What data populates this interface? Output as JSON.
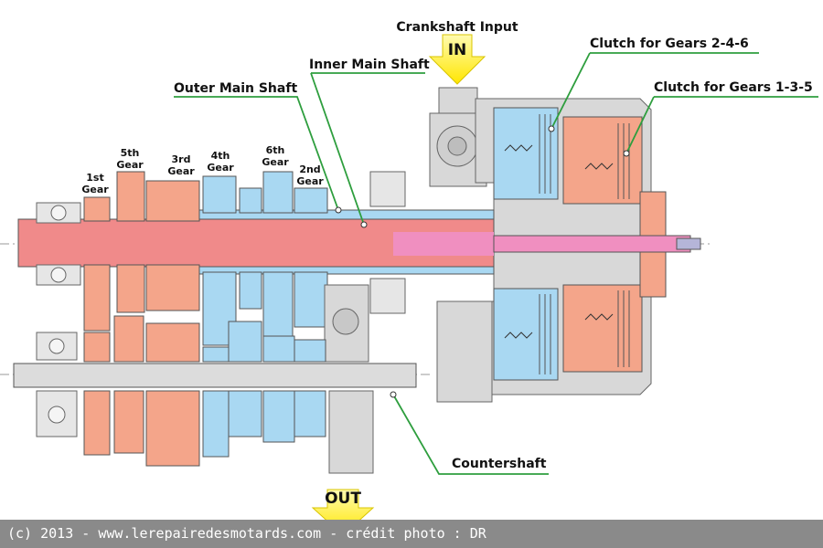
{
  "title": "Crankshaft Input",
  "input_arrow": "IN",
  "output_arrow": "OUT",
  "gears": {
    "first": [
      "1st",
      "Gear"
    ],
    "fifth": [
      "5th",
      "Gear"
    ],
    "third": [
      "3rd",
      "Gear"
    ],
    "fourth": [
      "4th",
      "Gear"
    ],
    "sixth": [
      "6th",
      "Gear"
    ],
    "second": [
      "2nd",
      "Gear"
    ]
  },
  "labels": {
    "outer_main_shaft": "Outer Main Shaft",
    "inner_main_shaft": "Inner Main Shaft",
    "clutch_246": "Clutch for Gears 2-4-6",
    "clutch_135": "Clutch for Gears 1-3-5",
    "countershaft": "Countershaft"
  },
  "credit": "(c) 2013 - www.lerepairedesmotards.com  - crédit photo : DR",
  "colors": {
    "odd_gears": "#f4a58a",
    "even_gears": "#a9d8f2",
    "inner_shaft": "#f08a8a",
    "pink_shaft": "#f08fc0",
    "housing": "#d8d8d8",
    "leader_line": "#2e9e3e",
    "arrow": "#fff200"
  }
}
